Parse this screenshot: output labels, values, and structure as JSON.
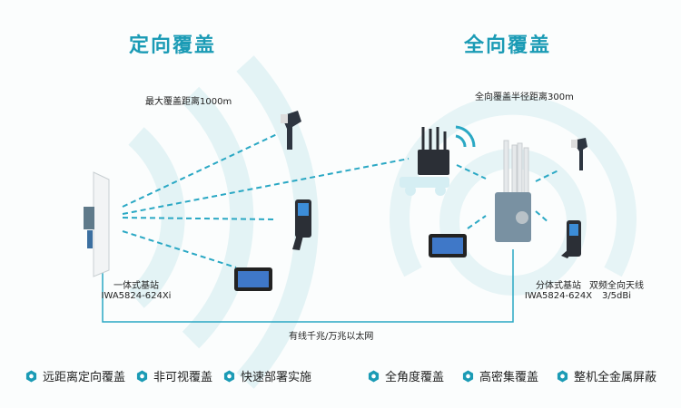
{
  "left": {
    "title": "定向覆盖",
    "range_label": "最大覆盖距离1000m",
    "base_name": "一体式基站",
    "base_model": "IWA5824-624Xi"
  },
  "right": {
    "title": "全向覆盖",
    "range_label": "全向覆盖半径距离300m",
    "base_name": "分体式基站",
    "base_model": "IWA5824-624X",
    "antenna_name": "双频全向天线",
    "antenna_gain": "3/5dBi"
  },
  "link_label": "有线千兆/万兆以太网",
  "features_left": [
    "远距离定向覆盖",
    "非可视覆盖",
    "快速部署实施"
  ],
  "features_right": [
    "全角度覆盖",
    "高密集覆盖",
    "整机全金属屏蔽"
  ],
  "colors": {
    "accent": "#1b9bb5",
    "arc": "#e6f4f6",
    "dash": "#2aa8c4"
  }
}
